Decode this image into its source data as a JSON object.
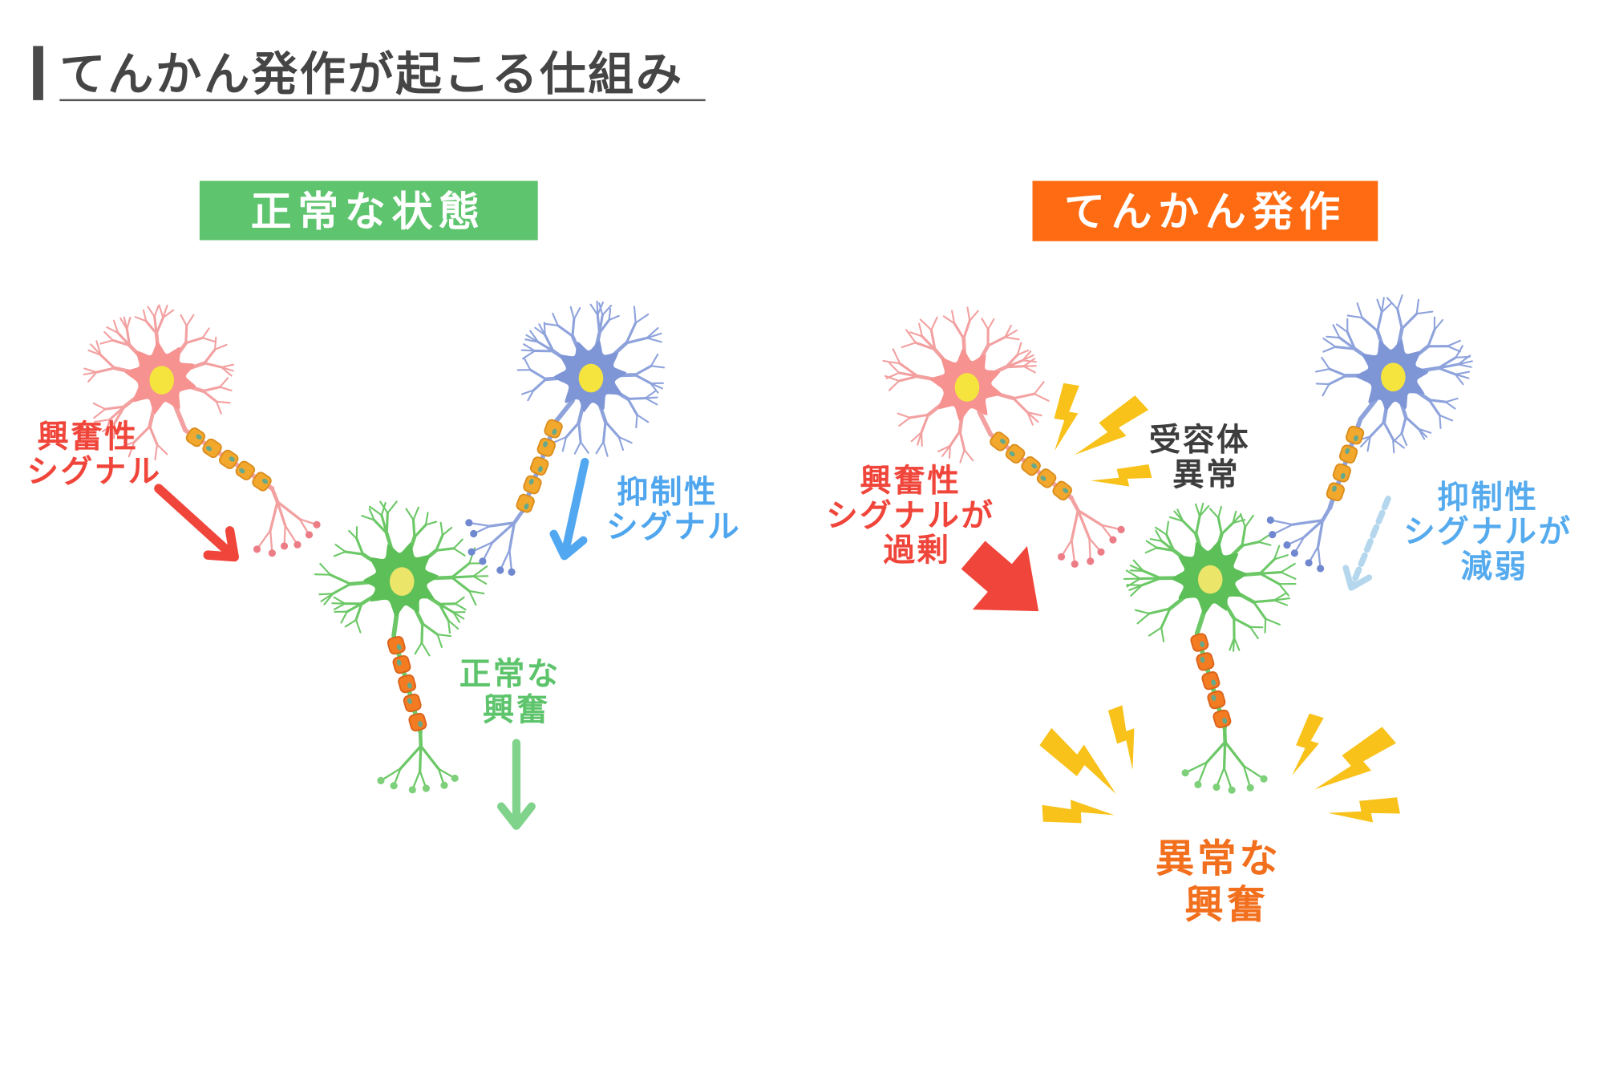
{
  "title": "てんかん発作が起こる仕組み",
  "panels": {
    "normal": {
      "label": "正常な状態",
      "excitatory_signal": [
        "興奮性",
        "シグナル"
      ],
      "inhibitory_signal": [
        "抑制性",
        "シグナル"
      ],
      "result": [
        "正常な",
        "興奮"
      ]
    },
    "seizure": {
      "label": "てんかん発作",
      "receptor": [
        "受容体",
        "異常"
      ],
      "excitatory_signal": [
        "興奮性",
        "シグナルが",
        "過剰"
      ],
      "inhibitory_signal": [
        "抑制性",
        "シグナルが",
        "減弱"
      ],
      "result": [
        "異常な",
        "興奮"
      ]
    }
  },
  "colors": {
    "title_bar": "#4a4a4a",
    "normal_badge": "#5ec46d",
    "seizure_badge": "#ff6b12",
    "excitatory": "#f0453a",
    "inhibitory": "#52a8f0",
    "inhibitory_weak": "#b5d7ee",
    "normal_arrow": "#7fd38a",
    "excitatory_neuron": "#f3a0a0",
    "excitatory_soma": "#f69290",
    "excitatory_terminal": "#ec7d87",
    "inhibitory_neuron": "#8ea3dc",
    "inhibitory_soma": "#7f96d6",
    "inhibitory_terminal": "#7088cf",
    "target_neuron": "#6cc866",
    "target_soma": "#5cbf57",
    "target_terminal": "#7ed07a",
    "nucleus": "#f5e43e",
    "target_nucleus": "#ebe56a",
    "myelin": "#f2a72d",
    "myelin_edge": "#da8c1b",
    "target_myelin": "#f37b22",
    "target_myelin_edge": "#d9621a",
    "schwann_nucleus": "#64a98c",
    "lightning": "#f8c21b"
  }
}
